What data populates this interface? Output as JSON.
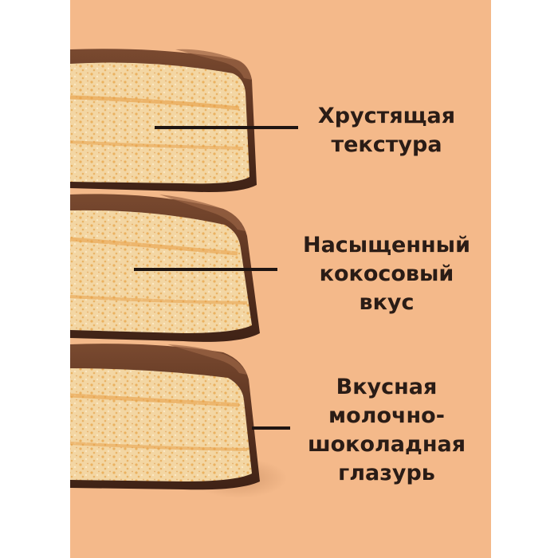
{
  "features": [
    {
      "lines": [
        "Хрустящая",
        "текстура"
      ]
    },
    {
      "lines": [
        "Насыщенный",
        "кокосовый",
        "вкус"
      ]
    },
    {
      "lines": [
        "Вкусная",
        "молочно-",
        "шоколадная",
        "глазурь"
      ]
    }
  ],
  "colors": {
    "background": "#f4b98a",
    "text": "#2a1c16",
    "pointer_line": "#1f1512",
    "chocolate": "#5e3522",
    "filling": "#f2cf98"
  }
}
